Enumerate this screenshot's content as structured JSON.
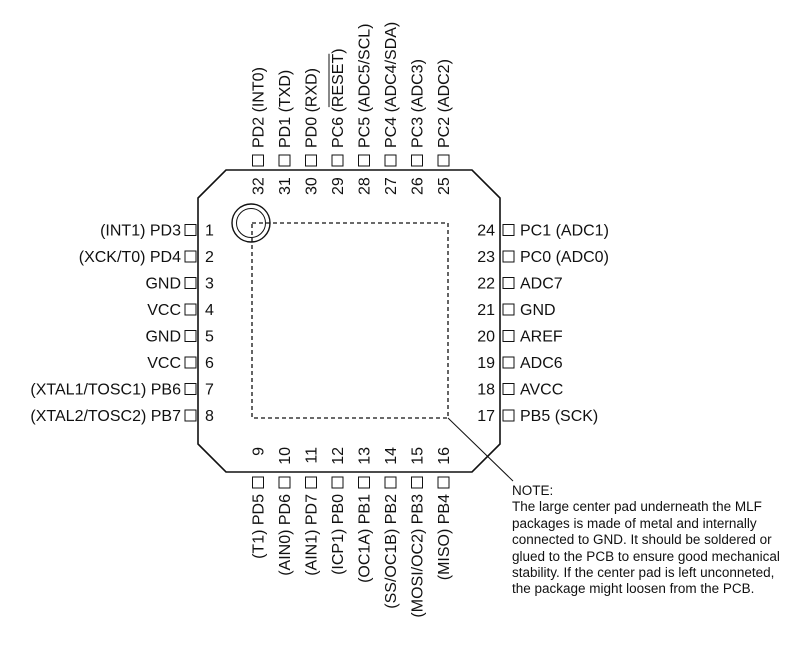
{
  "package": {
    "top_pins": [
      {
        "num": "32",
        "name": "PD2 (INT0)"
      },
      {
        "num": "31",
        "name": "PD1 (TXD)"
      },
      {
        "num": "30",
        "name": "PD0 (RXD)"
      },
      {
        "num": "29",
        "name": "PC6 (RESET)"
      },
      {
        "num": "28",
        "name": "PC5 (ADC5/SCL)"
      },
      {
        "num": "27",
        "name": "PC4 (ADC4/SDA)"
      },
      {
        "num": "26",
        "name": "PC3 (ADC3)"
      },
      {
        "num": "25",
        "name": "PC2 (ADC2)"
      }
    ],
    "left_pins": [
      {
        "num": "1",
        "name": "(INT1) PD3"
      },
      {
        "num": "2",
        "name": "(XCK/T0) PD4"
      },
      {
        "num": "3",
        "name": "GND"
      },
      {
        "num": "4",
        "name": "VCC"
      },
      {
        "num": "5",
        "name": "GND"
      },
      {
        "num": "6",
        "name": "VCC"
      },
      {
        "num": "7",
        "name": "(XTAL1/TOSC1) PB6"
      },
      {
        "num": "8",
        "name": "(XTAL2/TOSC2) PB7"
      }
    ],
    "right_pins": [
      {
        "num": "24",
        "name": "PC1 (ADC1)"
      },
      {
        "num": "23",
        "name": "PC0 (ADC0)"
      },
      {
        "num": "22",
        "name": "ADC7"
      },
      {
        "num": "21",
        "name": "GND"
      },
      {
        "num": "20",
        "name": "AREF"
      },
      {
        "num": "19",
        "name": "ADC6"
      },
      {
        "num": "18",
        "name": "AVCC"
      },
      {
        "num": "17",
        "name": "PB5 (SCK)"
      }
    ],
    "bottom_pins": [
      {
        "num": "9",
        "name": "(T1) PD5"
      },
      {
        "num": "10",
        "name": "(AIN0) PD6"
      },
      {
        "num": "11",
        "name": "(AIN1) PD7"
      },
      {
        "num": "12",
        "name": "(ICP1) PB0"
      },
      {
        "num": "13",
        "name": "(OC1A) PB1"
      },
      {
        "num": "14",
        "name": "(SS/OC1B) PB2"
      },
      {
        "num": "15",
        "name": "(MOSI/OC2) PB3"
      },
      {
        "num": "16",
        "name": "(MISO) PB4"
      }
    ]
  },
  "note": {
    "title": "NOTE:",
    "body": "The large center pad underneath the MLF packages is made of metal and internally connected to GND. It should be soldered or glued to the PCB to ensure good mechanical stability. If the center pad is left unconneted, the package might loosen from the PCB."
  }
}
